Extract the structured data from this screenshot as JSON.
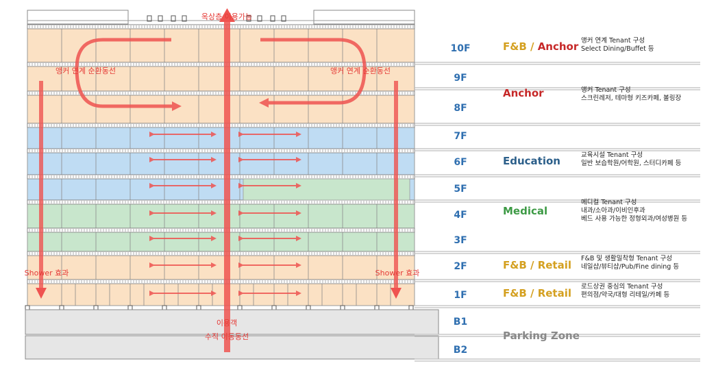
{
  "colors": {
    "fnb": "#fbe1c4",
    "education": "#bfdcf3",
    "medical": "#c8e6cc",
    "parking": "#e6e6e6",
    "arrow": "#ef5350",
    "arrow_dark": "#e53935",
    "floor_blue": "#2f6fb0",
    "fnb_gold": "#d4a020",
    "anchor_red": "#c62828",
    "education_navy": "#2c5f8a",
    "medical_green": "#3d9a45",
    "parking_gray": "#888888"
  },
  "diagram": {
    "rooftop_label": "옥상층 이용가능",
    "loop_label_left": "앵커 연계 순환동선",
    "loop_label_right": "앵커 연계 순환동선",
    "shower_left": "Shower 효과",
    "shower_right": "Shower 효과",
    "vertical_label_line1": "이용객",
    "vertical_label_line2": "수직 이동동선"
  },
  "floors": [
    {
      "name": "10F",
      "zone": "fnb"
    },
    {
      "name": "9F",
      "zone": "fnb"
    },
    {
      "name": "8F",
      "zone": "fnb"
    },
    {
      "name": "7F",
      "zone": "education"
    },
    {
      "name": "6F",
      "zone": "education"
    },
    {
      "name": "5F",
      "zone": "education"
    },
    {
      "name": "4F",
      "zone": "medical"
    },
    {
      "name": "3F",
      "zone": "medical"
    },
    {
      "name": "2F",
      "zone": "fnb"
    },
    {
      "name": "1F",
      "zone": "fnb"
    },
    {
      "name": "B1",
      "zone": "parking"
    },
    {
      "name": "B2",
      "zone": "parking"
    }
  ],
  "categories": [
    {
      "part1": "F&B",
      "sep": " / ",
      "part2": "Anchor",
      "desc": [
        "앵커 연계 Tenant 구성",
        "Select Dining/Buffet 등"
      ]
    },
    {
      "part1": "",
      "sep": "",
      "part2": "Anchor",
      "desc": [
        "앵커 Tenant 구성",
        "스크린레저, 테마형 키즈카페, 볼링장"
      ]
    },
    {
      "part1": "Education",
      "sep": "",
      "part2": "",
      "desc": [
        "교육시설 Tenant 구성",
        "일반 보습학원/어학원, 스터디카페 등"
      ]
    },
    {
      "part1": "Medical",
      "sep": "",
      "part2": "",
      "desc": [
        "메디컬 Tenant 구성",
        "내과/소아과/이비인후과",
        "베드 사용 가능한 정형외과/여성병원 등"
      ]
    },
    {
      "part1": "F&B",
      "sep": " / ",
      "part2": "Retail",
      "desc": [
        "F&B 및 생활밀착형 Tenant 구성",
        "네일샵/뷰티샵/Pub/Fine dining 등"
      ]
    },
    {
      "part1": "F&B",
      "sep": " / ",
      "part2": "Retail",
      "desc": [
        "로드상권 중심의 Tenant 구성",
        "편의점/약국/대형 리테일/카페 등"
      ]
    },
    {
      "part1": "Parking Zone",
      "sep": "",
      "part2": "",
      "desc": []
    }
  ]
}
